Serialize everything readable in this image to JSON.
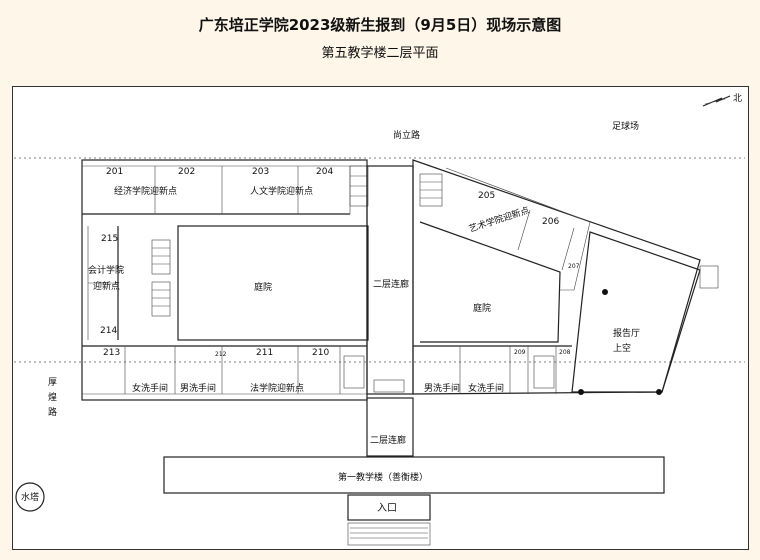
{
  "title": "广东培正学院2023级新生报到（9月5日）现场示意图",
  "subtitle": "第五教学楼二层平面",
  "north": "北",
  "roads": {
    "shangli": "尚立路",
    "football": "足球场",
    "houhuang_1": "厚",
    "houhuang_2": "煌",
    "houhuang_3": "路",
    "water_tower": "水塔"
  },
  "rooms": {
    "r201": "201",
    "r202": "202",
    "r203": "203",
    "r204": "204",
    "r205": "205",
    "r206": "206",
    "r207": "207",
    "r208": "208",
    "r209": "209",
    "r210": "210",
    "r211": "211",
    "r212": "212",
    "r213": "213",
    "r214": "214",
    "r215": "215"
  },
  "points": {
    "economics": "经济学院迎新点",
    "humanities": "人文学院迎新点",
    "arts": "艺术学院迎新点",
    "accounting_1": "会计学院",
    "accounting_2": "迎新点",
    "law": "法学院迎新点"
  },
  "areas": {
    "courtyard_left": "庭院",
    "courtyard_right": "庭院",
    "corridor_upper": "二层连廊",
    "corridor_lower": "二层连廊",
    "hall_1": "报告厅",
    "hall_2": "上空",
    "building_one": "第一教学楼（善衡楼）",
    "entrance": "入口"
  },
  "restrooms": {
    "women_left": "女洗手间",
    "men_left": "男洗手间",
    "men_right": "男洗手间",
    "women_right": "女洗手间"
  }
}
